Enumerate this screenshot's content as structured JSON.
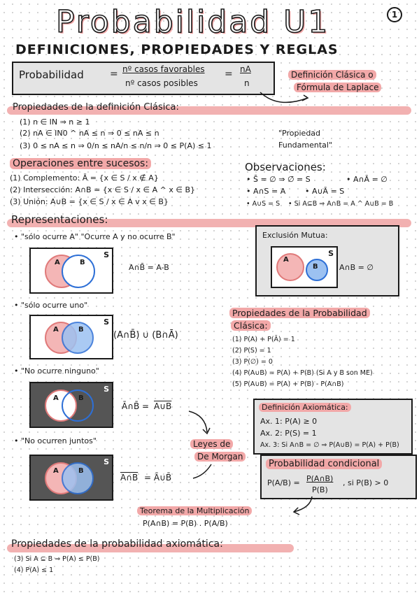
{
  "title": "Probabilidad U1",
  "page_number": "1",
  "subtitle": "DEFINICIONES, PROPIEDADES Y REGLAS",
  "laplace_formula": {
    "lhs": "Probabilidad",
    "equals": "=",
    "numerator": "nº casos favorables",
    "denominator": "nº casos posibles",
    "eq2": "=",
    "frac_num": "nA",
    "frac_den": "n"
  },
  "laplace_note": [
    "Definición Clásica o",
    "Fórmula de Laplace"
  ],
  "classic_props": {
    "header": "Propiedades de la definición Clásica:",
    "items": [
      "(1) n ∈ IN ⇒ n ≥ 1",
      "(2) nA ∈ IN0 ^ nA ≤ n ⇒ 0 ≤ nA ≤ n",
      "(3) 0 ≤ nA ≤ n ⇒ 0/n ≤ nA/n ≤ n/n ⇒ 0 ≤ P(A) ≤ 1"
    ],
    "arrow_note": [
      "\"Propiedad",
      "Fundamental\""
    ]
  },
  "operations": {
    "header": "Operaciones entre sucesos:",
    "items": [
      "(1) Complemento: Ā = {x ∈ S / x ∉ A}",
      "(2) Intersección: A∩B = {x ∈ S / x ∈ A ^ x ∈ B}",
      "(3) Unión: A∪B = {x ∈ S / x ∈ A v x ∈ B}"
    ]
  },
  "observations": {
    "header": "Observaciones:",
    "rows": [
      [
        "• S̄ = ∅ ⇒ ∅̄ = S",
        "• A∩Ā = ∅"
      ],
      [
        "• A∩S = A",
        "• A∪Ā = S"
      ],
      [
        "• A∪S = S",
        "• Si A⊆B ⇒ A∩B = A ^ A∪B = B"
      ]
    ]
  },
  "representations": {
    "header": "Representaciones:",
    "r1_caption": "• \"sólo ocurre A\" \"Ocurre A y no ocurre B\"",
    "r1_formula": "A∩B̄ = A-B",
    "r2_caption": "• \"sólo ocurre uno\"",
    "r2_formula": "(A∩B̄) ∪ (B∩Ā)",
    "r3_caption": "• \"No ocurre ninguno\"",
    "r3_formula": "Ā∩B̄ = A∪B (barred)",
    "r3_formula_left": "Ā∩B̄ =",
    "r3_formula_right": "A∪B",
    "r4_caption": "• \"No ocurren juntos\"",
    "r4_formula_left": "A∩B",
    "r4_formula_right": "= Ā∪B̄",
    "demorgan": [
      "Leyes de",
      "De Morgan"
    ],
    "label_a": "A",
    "label_b": "B",
    "label_s": "S"
  },
  "mutual_exclusion": {
    "title": "Exclusión Mutua:",
    "formula": "A∩B = ∅"
  },
  "classic_prob_props": {
    "header": [
      "Propiedades de la Probabilidad",
      "Clásica:"
    ],
    "items": [
      "(1) P(A) + P(Ā) = 1",
      "(2) P(S) = 1",
      "(3) P(∅) = 0",
      "(4) P(A∪B) = P(A) + P(B) (Si A y B son ME)",
      "(5) P(A∪B) = P(A) + P(B) - P(A∩B)"
    ]
  },
  "axiomatic": {
    "title": "Definición Axiomática:",
    "items": [
      "Ax. 1: P(A) ≥ 0",
      "Ax. 2: P(S) = 1",
      "Ax. 3: Si A∩B = ∅ ⇒ P(A∪B) = P(A) + P(B)"
    ]
  },
  "conditional": {
    "title": "Probabilidad condicional",
    "lhs": "P(A/B) =",
    "num": "P(A∩B)",
    "den": "P(B)",
    "cond": ", si P(B) > 0"
  },
  "multiplication": {
    "title": "Teorema de la Multiplicación",
    "formula": "P(A∩B) = P(B) . P(A/B)"
  },
  "axiomatic_props": {
    "header": "Propiedades de la probabilidad axiomática:",
    "items": [
      "(3) Si A ⊆ B ⇒ P(A) ≤ P(B)",
      "(4) P(A) ≤ 1"
    ]
  },
  "colors": {
    "highlight": "#f2a8a8",
    "circle_a": "#e07a7a",
    "circle_b": "#2d6fd6",
    "box_gray": "#e4e4e4",
    "dark_gray": "#555555"
  }
}
